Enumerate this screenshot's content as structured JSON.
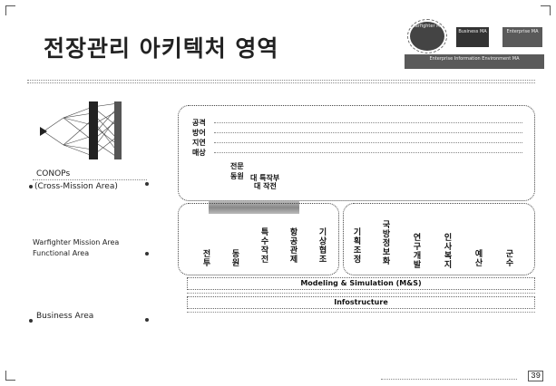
{
  "title": "전장관리 아키텍처 영역",
  "legend": {
    "warfighter": "Warfighter MA",
    "business": "Business MA",
    "enterprise_top": "Enterprise MA",
    "enterprise_bar": "Enterprise Information Environment MA"
  },
  "left_labels": {
    "conops": "CONOPs",
    "cross": "(Cross-Mission Area)",
    "warfighter_1": "Warfighter Mission Area",
    "warfighter_2": "Functional Area",
    "business": "Business Area"
  },
  "conops_items": [
    "공격",
    "방어",
    "지연",
    "매상"
  ],
  "sub_items": {
    "jeonmun": "전문",
    "dongwon": "동원",
    "tkjk": "대 특작부",
    "dj": "대 작전"
  },
  "warfighter_functions": [
    "전투",
    "동원",
    "특수작전",
    "항공관제",
    "기상협조"
  ],
  "business_functions": [
    "기획조정",
    "국방정보화",
    "연구개발",
    "인사복지",
    "예산",
    "군수"
  ],
  "bars": {
    "ms": "Modeling & Simulation (M&S)",
    "infra": "Infostructure"
  },
  "page_number": "39"
}
